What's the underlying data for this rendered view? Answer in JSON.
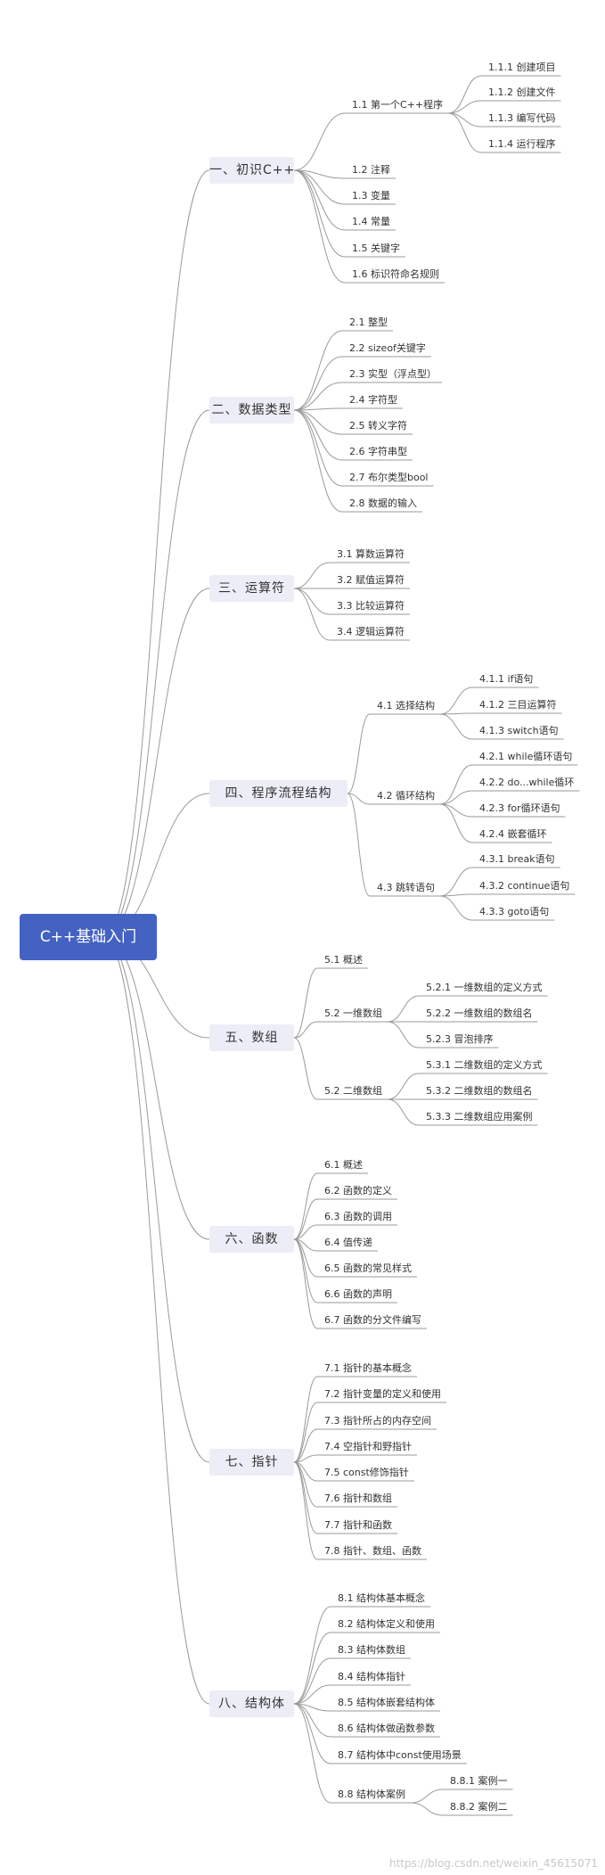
{
  "root": {
    "label": "C++基础入门"
  },
  "branches": [
    {
      "label": "一、初识C++",
      "children": [
        {
          "label": "1.1 第一个C++程序",
          "children": [
            {
              "label": "1.1.1 创建项目"
            },
            {
              "label": "1.1.2 创建文件"
            },
            {
              "label": "1.1.3 编写代码"
            },
            {
              "label": "1.1.4 运行程序"
            }
          ]
        },
        {
          "label": "1.2 注释"
        },
        {
          "label": "1.3 变量"
        },
        {
          "label": "1.4 常量"
        },
        {
          "label": "1.5 关键字"
        },
        {
          "label": "1.6 标识符命名规则"
        }
      ]
    },
    {
      "label": "二、数据类型",
      "children": [
        {
          "label": "2.1 整型"
        },
        {
          "label": "2.2 sizeof关键字"
        },
        {
          "label": "2.3 实型（浮点型）"
        },
        {
          "label": "2.4 字符型"
        },
        {
          "label": "2.5 转义字符"
        },
        {
          "label": "2.6 字符串型"
        },
        {
          "label": "2.7 布尔类型bool"
        },
        {
          "label": "2.8 数据的输入"
        }
      ]
    },
    {
      "label": "三、运算符",
      "children": [
        {
          "label": "3.1 算数运算符"
        },
        {
          "label": "3.2 赋值运算符"
        },
        {
          "label": "3.3 比较运算符"
        },
        {
          "label": "3.4 逻辑运算符"
        }
      ]
    },
    {
      "label": "四、程序流程结构",
      "children": [
        {
          "label": "4.1 选择结构",
          "children": [
            {
              "label": "4.1.1 if语句"
            },
            {
              "label": "4.1.2 三目运算符"
            },
            {
              "label": "4.1.3 switch语句"
            }
          ]
        },
        {
          "label": "4.2 循环结构",
          "children": [
            {
              "label": "4.2.1 while循环语句"
            },
            {
              "label": "4.2.2 do...while循环"
            },
            {
              "label": "4.2.3 for循环语句"
            },
            {
              "label": "4.2.4 嵌套循环"
            }
          ]
        },
        {
          "label": "4.3 跳转语句",
          "children": [
            {
              "label": "4.3.1 break语句"
            },
            {
              "label": "4.3.2 continue语句"
            },
            {
              "label": "4.3.3 goto语句"
            }
          ]
        }
      ]
    },
    {
      "label": "五、数组",
      "children": [
        {
          "label": "5.1 概述"
        },
        {
          "label": "5.2 一维数组",
          "children": [
            {
              "label": "5.2.1 一维数组的定义方式"
            },
            {
              "label": "5.2.2 一维数组的数组名"
            },
            {
              "label": "5.2.3 冒泡排序"
            }
          ]
        },
        {
          "label": "5.2 二维数组",
          "children": [
            {
              "label": "5.3.1 二维数组的定义方式"
            },
            {
              "label": "5.3.2 二维数组的数组名"
            },
            {
              "label": "5.3.3 二维数组应用案例"
            }
          ]
        }
      ]
    },
    {
      "label": "六、函数",
      "children": [
        {
          "label": "6.1 概述"
        },
        {
          "label": "6.2 函数的定义"
        },
        {
          "label": "6.3 函数的调用"
        },
        {
          "label": "6.4 值传递"
        },
        {
          "label": "6.5 函数的常见样式"
        },
        {
          "label": "6.6 函数的声明"
        },
        {
          "label": "6.7 函数的分文件编写"
        }
      ]
    },
    {
      "label": "七、指针",
      "children": [
        {
          "label": "7.1 指针的基本概念"
        },
        {
          "label": "7.2 指针变量的定义和使用"
        },
        {
          "label": "7.3 指针所占的内存空间"
        },
        {
          "label": "7.4 空指针和野指针"
        },
        {
          "label": "7.5 const修饰指针"
        },
        {
          "label": "7.6 指针和数组"
        },
        {
          "label": "7.7 指针和函数"
        },
        {
          "label": "7.8 指针、数组、函数"
        }
      ]
    },
    {
      "label": "八、结构体",
      "children": [
        {
          "label": "8.1 结构体基本概念"
        },
        {
          "label": "8.2 结构体定义和使用"
        },
        {
          "label": "8.3 结构体数组"
        },
        {
          "label": "8.4 结构体指针"
        },
        {
          "label": "8.5 结构体嵌套结构体"
        },
        {
          "label": "8.6 结构体做函数参数"
        },
        {
          "label": "8.7 结构体中const使用场景"
        },
        {
          "label": "8.8 结构体案例",
          "children": [
            {
              "label": "8.8.1 案例一"
            },
            {
              "label": "8.8.2 案例二"
            }
          ]
        }
      ]
    }
  ],
  "watermark": "https://blog.csdn.net/weixin_45615071",
  "colors": {
    "root_fill": "#4462c2",
    "branch_fill": "#ecedf6",
    "line": "#9a9a9a",
    "text": "#333333"
  }
}
